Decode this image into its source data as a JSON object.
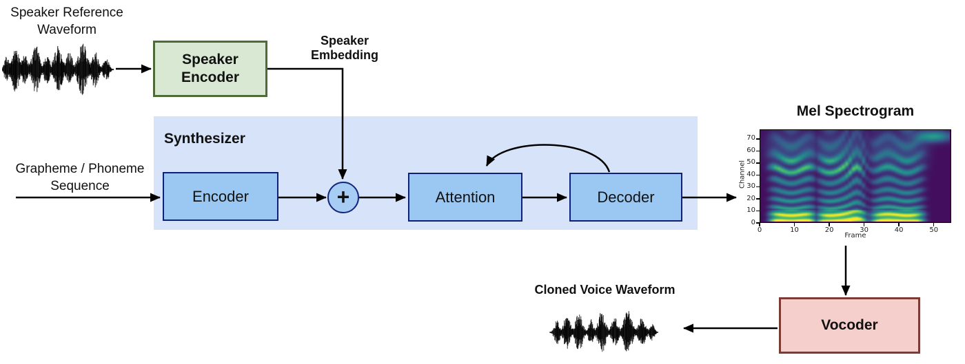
{
  "diagram": {
    "labels": {
      "speaker_reference": {
        "line1": "Speaker Reference",
        "line2": "Waveform"
      },
      "grapheme_input": {
        "line1": "Grapheme / Phoneme",
        "line2": "Sequence"
      },
      "speaker_embedding": {
        "line1": "Speaker",
        "line2": "Embedding"
      },
      "cloned_voice": "Cloned Voice Waveform"
    },
    "nodes": {
      "speaker_encoder": {
        "label_line1": "Speaker",
        "label_line2": "Encoder",
        "fill": "#d9e8d3",
        "border": "#4f6b3a"
      },
      "synthesizer": {
        "label": "Synthesizer",
        "fill": "#d6e3f8"
      },
      "encoder": {
        "label": "Encoder",
        "fill": "#9bc7f3",
        "border": "#101f78"
      },
      "sum_junction": {
        "symbol": "+",
        "fill": "#a7cdf5",
        "border": "#15267d"
      },
      "attention": {
        "label": "Attention",
        "fill": "#9bc7f3",
        "border": "#101f78"
      },
      "decoder": {
        "label": "Decoder",
        "fill": "#9bc7f3",
        "border": "#101f78"
      },
      "vocoder": {
        "label": "Vocoder",
        "fill": "#f4cfcc",
        "border": "#7c3b35"
      }
    },
    "arrow_color": "#000000"
  },
  "chart_data": {
    "type": "heatmap",
    "title": "Mel Spectrogram",
    "xlabel": "Frame",
    "ylabel": "Channel",
    "x_ticks": [
      0,
      10,
      20,
      30,
      40,
      50
    ],
    "y_ticks": [
      0,
      10,
      20,
      30,
      40,
      50,
      60,
      70
    ],
    "xlim": [
      0,
      55
    ],
    "ylim": [
      0,
      78
    ],
    "colormap": "viridis",
    "voiced_segments_frames": [
      [
        3,
        15
      ],
      [
        17,
        30
      ],
      [
        33,
        47
      ]
    ],
    "legend": "none",
    "grid": false
  },
  "waveforms": {
    "speaker_reference": {
      "seed": 7,
      "bursts": [
        [
          0.04,
          0.03,
          0.5
        ],
        [
          0.12,
          0.045,
          0.85
        ],
        [
          0.2,
          0.04,
          0.55
        ],
        [
          0.3,
          0.045,
          0.95
        ],
        [
          0.4,
          0.035,
          0.6
        ],
        [
          0.5,
          0.05,
          0.9
        ],
        [
          0.6,
          0.04,
          0.65
        ],
        [
          0.72,
          0.055,
          1.0
        ],
        [
          0.83,
          0.04,
          0.7
        ],
        [
          0.93,
          0.035,
          0.45
        ]
      ]
    },
    "cloned_voice": {
      "seed": 13,
      "bursts": [
        [
          0.07,
          0.035,
          0.55
        ],
        [
          0.16,
          0.04,
          0.75
        ],
        [
          0.27,
          0.045,
          0.85
        ],
        [
          0.38,
          0.03,
          0.6
        ],
        [
          0.48,
          0.045,
          0.95
        ],
        [
          0.6,
          0.04,
          0.7
        ],
        [
          0.72,
          0.05,
          1.0
        ],
        [
          0.85,
          0.045,
          0.65
        ],
        [
          0.94,
          0.03,
          0.4
        ]
      ]
    }
  }
}
